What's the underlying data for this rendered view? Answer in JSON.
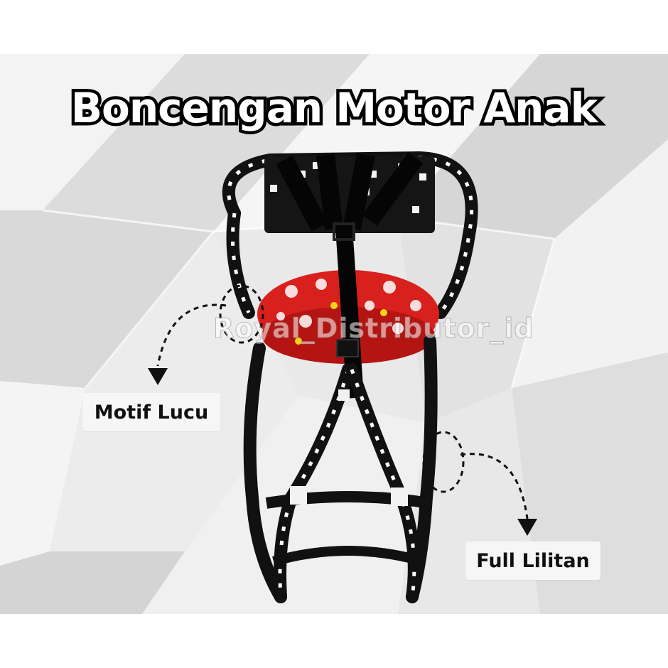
{
  "title": "Boncengan Motor Anak",
  "labels": {
    "left": "Motif Lucu",
    "right": "Full Lilitan"
  },
  "watermark": "Royal_Distributor_id",
  "colors": {
    "frame": "#111111",
    "frame_stripe": "#ffffff",
    "seat": "#d8201c",
    "strap": "#0a0a0a",
    "background": "#e9e9e9"
  }
}
